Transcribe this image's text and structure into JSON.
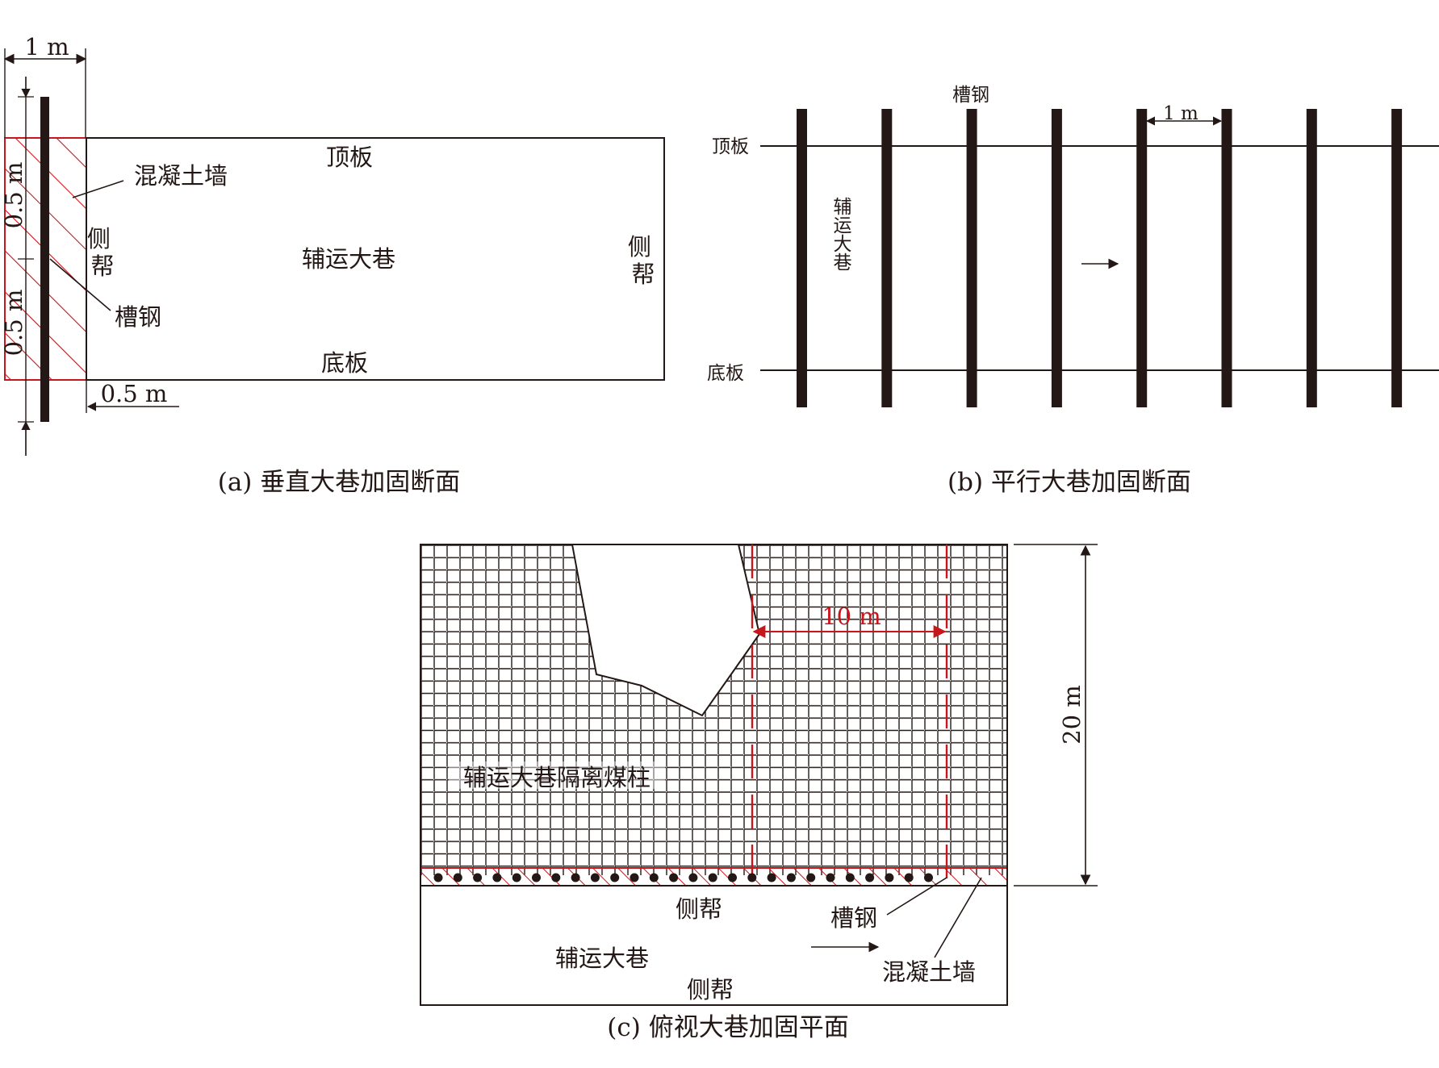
{
  "panel_a": {
    "caption": "(a) 垂直大巷加固断面",
    "roof": "顶板",
    "floor": "底板",
    "roadway": "辅运大巷",
    "left_rib": "侧帮",
    "right_rib": "侧帮",
    "concrete_wall": "混凝土墙",
    "channel_steel": "槽钢",
    "dim_top": "1 m",
    "dim_upper_left": "0.5 m",
    "dim_lower_left": "0.5 m",
    "dim_bottom": "0.5 m"
  },
  "panel_b": {
    "caption": "(b) 平行大巷加固断面",
    "channel_steel": "槽钢",
    "roof": "顶板",
    "floor": "底板",
    "roadway": "辅运大巷",
    "spacing": "1 m",
    "channel_steel_count": 8
  },
  "panel_c": {
    "caption": "(c) 俯视大巷加固平面",
    "pillar": "辅运大巷隔离煤柱",
    "dim_span": "10 m",
    "dim_height": "20 m",
    "upper_rib": "侧帮",
    "lower_rib": "侧帮",
    "roadway": "辅运大巷",
    "channel_steel": "槽钢",
    "concrete_wall": "混凝土墙"
  },
  "colors": {
    "ink": "#231815",
    "red": "#c8161d"
  }
}
